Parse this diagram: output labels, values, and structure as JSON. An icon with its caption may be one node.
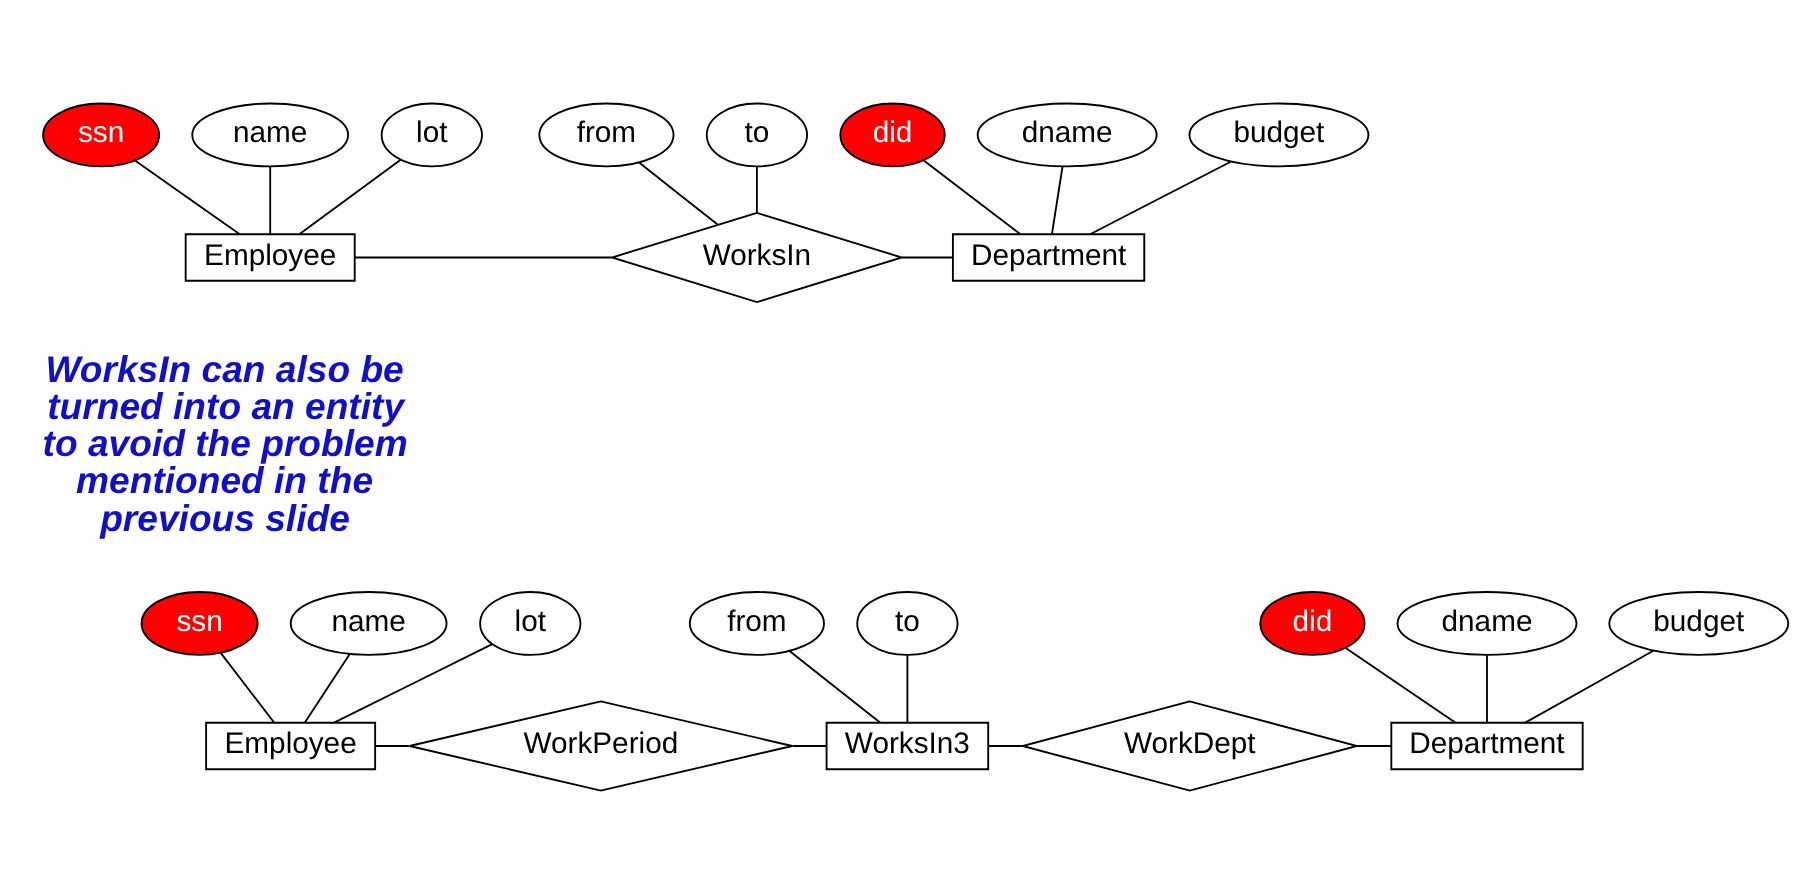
{
  "diagram": {
    "nodes": [
      {
        "text": [
          "ssn"
        ]
      },
      {
        "text": [
          "name"
        ]
      },
      {
        "text": [
          "lot"
        ]
      },
      {
        "text": [
          "Employee"
        ]
      },
      {
        "text": [
          "from"
        ]
      },
      {
        "text": [
          "to"
        ]
      },
      {
        "text": [
          "WorksIn"
        ]
      },
      {
        "text": [
          "did"
        ]
      },
      {
        "text": [
          "dname"
        ]
      },
      {
        "text": [
          "budget"
        ]
      },
      {
        "text": [
          "Department"
        ]
      },
      {
        "text": [
          "ssn"
        ]
      },
      {
        "text": [
          "name"
        ]
      },
      {
        "text": [
          "lot"
        ]
      },
      {
        "text": [
          "Employee"
        ]
      },
      {
        "text": [
          "WorkPeriod"
        ]
      },
      {
        "text": [
          "from"
        ]
      },
      {
        "text": [
          "to"
        ]
      },
      {
        "text": [
          "WorksIn3"
        ]
      },
      {
        "text": [
          "WorkDept"
        ]
      },
      {
        "text": [
          "did"
        ]
      },
      {
        "text": [
          "dname"
        ]
      },
      {
        "text": [
          "budget"
        ]
      },
      {
        "text": [
          "Department"
        ]
      }
    ],
    "edges": [
      {
        "from": 0,
        "to": 3,
        "arrow": "none"
      },
      {
        "from": 1,
        "to": 3,
        "arrow": "none"
      },
      {
        "from": 2,
        "to": 3,
        "arrow": "none"
      },
      {
        "from": 3,
        "to": 6,
        "arrow": "none"
      },
      {
        "from": 4,
        "to": 6,
        "arrow": "none"
      },
      {
        "from": 5,
        "to": 6,
        "arrow": "none"
      },
      {
        "from": 6,
        "to": 10,
        "arrow": "none"
      },
      {
        "from": 7,
        "to": 10,
        "arrow": "none"
      },
      {
        "from": 8,
        "to": 10,
        "arrow": "none"
      },
      {
        "from": 9,
        "to": 10,
        "arrow": "none"
      },
      {
        "from": 11,
        "to": 14,
        "arrow": "none"
      },
      {
        "from": 12,
        "to": 14,
        "arrow": "none"
      },
      {
        "from": 13,
        "to": 14,
        "arrow": "none"
      },
      {
        "from": 14,
        "to": 15,
        "arrow": "none"
      },
      {
        "from": 15,
        "to": 18,
        "arrow": "none"
      },
      {
        "from": 16,
        "to": 18,
        "arrow": "none"
      },
      {
        "from": 17,
        "to": 18,
        "arrow": "none"
      },
      {
        "from": 18,
        "to": 19,
        "arrow": "none"
      },
      {
        "from": 19,
        "to": 23,
        "arrow": "none"
      },
      {
        "from": 20,
        "to": 23,
        "arrow": "none"
      },
      {
        "from": 21,
        "to": 23,
        "arrow": "none"
      },
      {
        "from": 22,
        "to": 23,
        "arrow": "none"
      }
    ],
    "labels": [
      "WorksIn can also be turned into an entity to avoid the problem mentioned in the previous slide"
    ]
  }
}
